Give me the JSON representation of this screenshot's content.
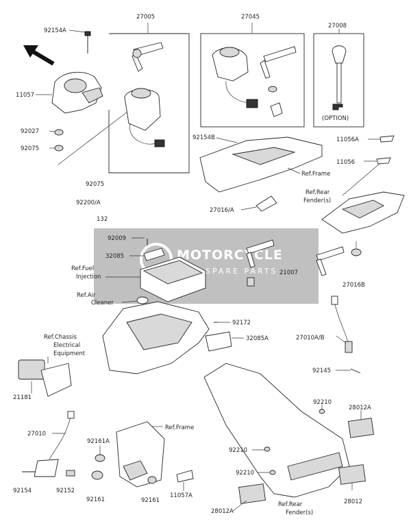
{
  "watermark": {
    "title": "MOTORCYCLE",
    "subtitle": "SPARE PARTS",
    "color": "#b5b5b5"
  },
  "direction_arrow": "arrow-up-left-icon",
  "labels": {
    "p27005": "27005",
    "p27045": "27045",
    "p27008": "27008",
    "p92154A": "92154A",
    "p11057": "11057",
    "p92027": "92027",
    "p92075_top": "92075",
    "p92075_mid": "92075",
    "p92200A": "92200/A",
    "p132": "132",
    "p92009": "92009",
    "p32085": "32085",
    "ref_fuel_1": "Ref.Fuel",
    "ref_fuel_2": "Injection",
    "ref_air_1": "Ref.Air",
    "ref_air_2": "Cleaner",
    "p92154B": "92154B",
    "ref_frame_top": "Ref.Frame",
    "p27016A": "27016/A",
    "option": "(OPTION)",
    "p11056A": "11056A",
    "p11056": "11056",
    "ref_rear_1": "Ref.Rear",
    "ref_rear_2": "Fender(s)",
    "p21007": "21007",
    "p27016B": "27016B",
    "p92172": "92172",
    "p32085A": "32085A",
    "ref_chassis_1": "Ref.Chassis",
    "ref_chassis_2": "Electrical",
    "ref_chassis_3": "Equipment",
    "p27010AB": "27010A/B",
    "p21181": "21181",
    "p92145": "92145",
    "p92210_a": "92210",
    "p28012A_top": "28012A",
    "p27010": "27010",
    "p92161A": "92161A",
    "ref_frame_bottom": "Ref.Frame",
    "p92210_b": "92210",
    "p92210_c": "92210",
    "p92154": "92154",
    "p92152": "92152",
    "p92161_a": "92161",
    "p92161_b": "92161",
    "p11057A": "11057A",
    "p28012A_bottom": "28012A",
    "ref_rear_b1": "Ref.Rear",
    "ref_rear_b2": "Fender(s)",
    "p28012": "28012"
  }
}
